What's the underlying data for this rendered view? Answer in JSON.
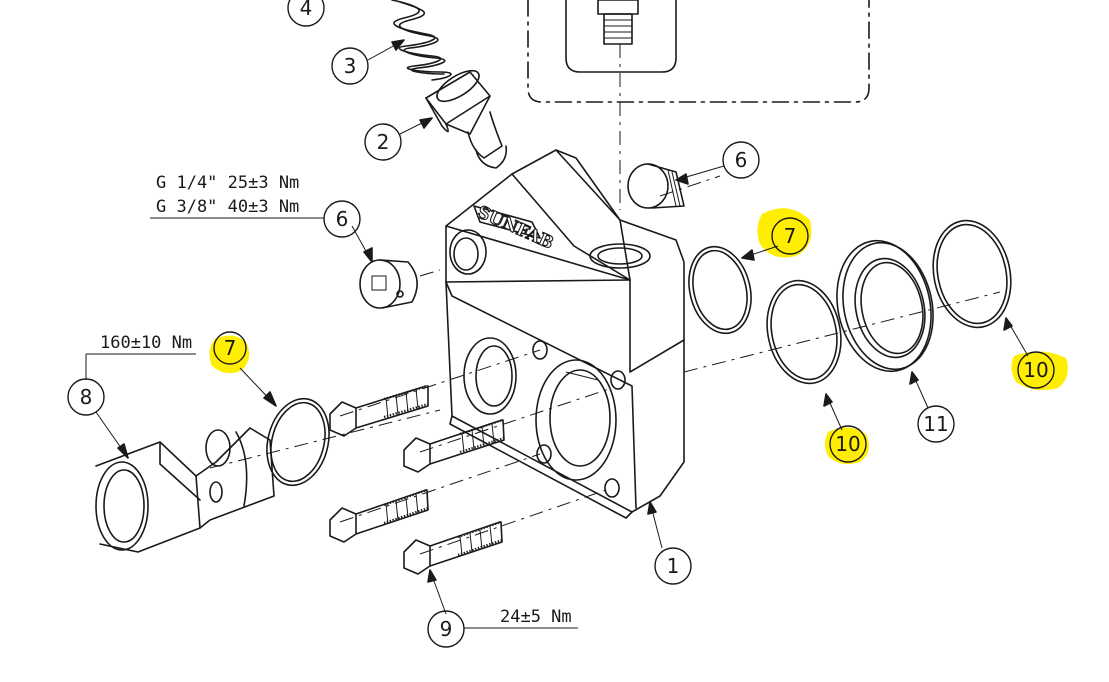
{
  "brand": "SUNFAB",
  "torque_notes": {
    "port_g14": "G 1/4\"  25±3 Nm",
    "port_g38": "G 3/8\"  40±3 Nm",
    "fitting": "160±10 Nm",
    "bolts": "24±5 Nm"
  },
  "callouts": [
    {
      "id": "c1",
      "label": "1",
      "highlighted": false
    },
    {
      "id": "c2",
      "label": "2",
      "highlighted": false
    },
    {
      "id": "c3",
      "label": "3",
      "highlighted": false
    },
    {
      "id": "c4",
      "label": "4",
      "highlighted": false
    },
    {
      "id": "c6a",
      "label": "6",
      "highlighted": false
    },
    {
      "id": "c6b",
      "label": "6",
      "highlighted": false
    },
    {
      "id": "c7a",
      "label": "7",
      "highlighted": true
    },
    {
      "id": "c7b",
      "label": "7",
      "highlighted": true
    },
    {
      "id": "c8",
      "label": "8",
      "highlighted": false
    },
    {
      "id": "c9",
      "label": "9",
      "highlighted": false
    },
    {
      "id": "c10a",
      "label": "10",
      "highlighted": true
    },
    {
      "id": "c10b",
      "label": "10",
      "highlighted": true
    },
    {
      "id": "c11",
      "label": "11",
      "highlighted": false
    }
  ],
  "colors": {
    "highlight": "#ffee00",
    "line": "#1a1a1a",
    "background": "#ffffff"
  }
}
